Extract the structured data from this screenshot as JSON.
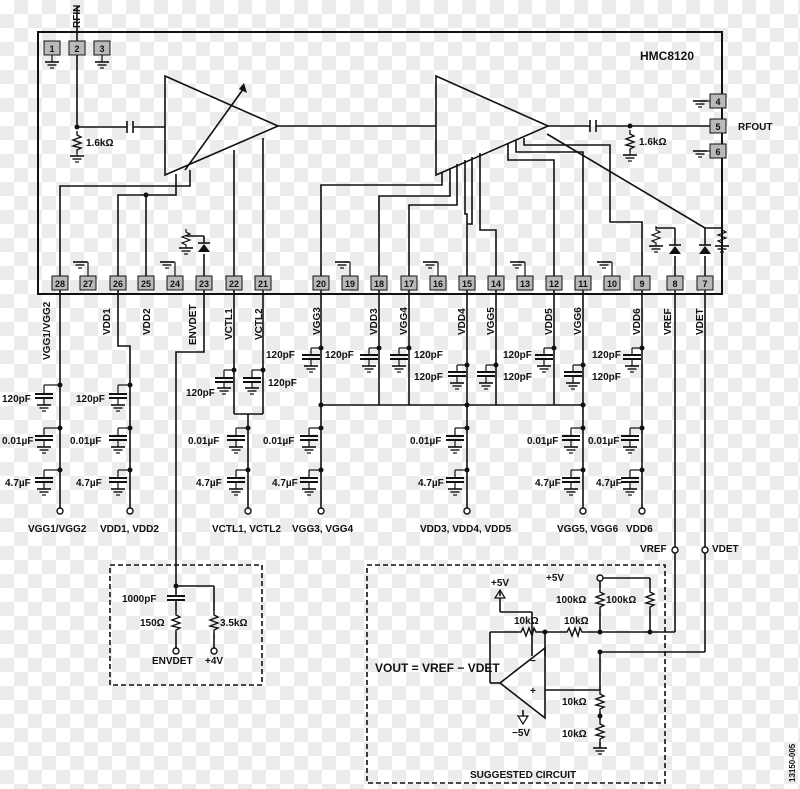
{
  "device": "HMC8120",
  "pins": {
    "p1": "1",
    "p2": "2",
    "p3": "3",
    "p4": "4",
    "p5": "5",
    "p6": "6",
    "p7": "7",
    "p8": "8",
    "p9": "9",
    "p10": "10",
    "p11": "11",
    "p12": "12",
    "p13": "13",
    "p14": "14",
    "p15": "15",
    "p16": "16",
    "p17": "17",
    "p18": "18",
    "p19": "19",
    "p20": "20",
    "p21": "21",
    "p22": "22",
    "p23": "23",
    "p24": "24",
    "p25": "25",
    "p26": "26",
    "p27": "27",
    "p28": "28"
  },
  "ports": {
    "rfin": "RFIN",
    "rfout": "RFOUT"
  },
  "resistors": {
    "rin": "1.6kΩ",
    "rout": "1.6kΩ",
    "r150": "150Ω",
    "r35k": "3.5kΩ",
    "r10k_a": "10kΩ",
    "r10k_b": "10kΩ",
    "r100k_a": "100kΩ",
    "r100k_b": "100kΩ",
    "r10k_c": "10kΩ",
    "r10k_d": "10kΩ"
  },
  "capacitors": {
    "c120": "120pF",
    "c001": "0.01µF",
    "c47": "4.7µF",
    "c1000": "1000pF"
  },
  "supplies": {
    "plus5_a": "+5V",
    "plus5_b": "+5V",
    "minus5": "−5V",
    "plus4": "+4V"
  },
  "equation": "VOUT = VREF − VDET",
  "suggested_circuit_title": "SUGGESTED CIRCUIT",
  "figure_id": "13150-005",
  "net_labels": {
    "vgg12": "VGG1/VGG2",
    "vdd12": "VDD1, VDD2",
    "vctl12": "VCTL1, VCTL2",
    "vgg34": "VGG3, VGG4",
    "vdd345": "VDD3, VDD4, VDD5",
    "vgg56": "VGG5, VGG6",
    "vdd6": "VDD6",
    "vref": "VREF",
    "vdet": "VDET",
    "envdet": "ENVDET"
  },
  "pin_function_labels": {
    "f28": "VGG1/VGG2",
    "f26": "VDD1",
    "f25": "VDD2",
    "f23": "ENVDET",
    "f22": "VCTL1",
    "f21": "VCTL2",
    "f20": "VGG3",
    "f18": "VDD3",
    "f17": "VGG4",
    "f15": "VDD4",
    "f14": "VGG5",
    "f12": "VDD5",
    "f11": "VGG6",
    "f9": "VDD6",
    "f8": "VREF",
    "f7": "VDET"
  }
}
